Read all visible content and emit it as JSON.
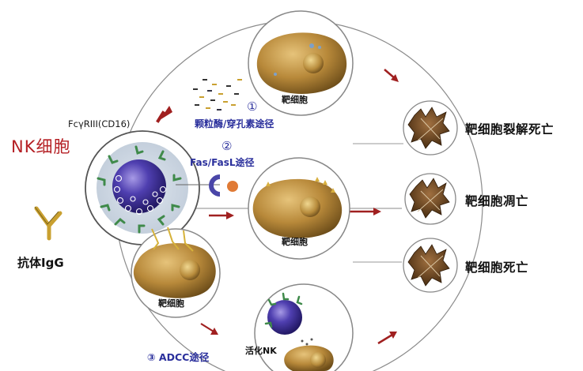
{
  "labels": {
    "nk_cell": "NK细胞",
    "receptor": "FcγRIII(CD16)",
    "antibody": "抗体IgG",
    "target_cell": "靶细胞",
    "pathway1_number": "①",
    "pathway1": "颗粒酶/穿孔素途径",
    "pathway2_number": "②",
    "pathway2": "Fas/FasL途径",
    "pathway3": "③ ADCC途径",
    "activated_nk": "活化NK",
    "outcome_lysis": "靶细胞裂解死亡",
    "outcome_apoptosis": "靶细胞凋亡",
    "outcome_death": "靶细胞死亡"
  },
  "colors": {
    "title_red": "#b52025",
    "pathway_blue": "#2a2f9c",
    "arrow_red": "#a02020",
    "cell_gold": "#b8893a",
    "nk_purple": "#4a3aa0"
  }
}
